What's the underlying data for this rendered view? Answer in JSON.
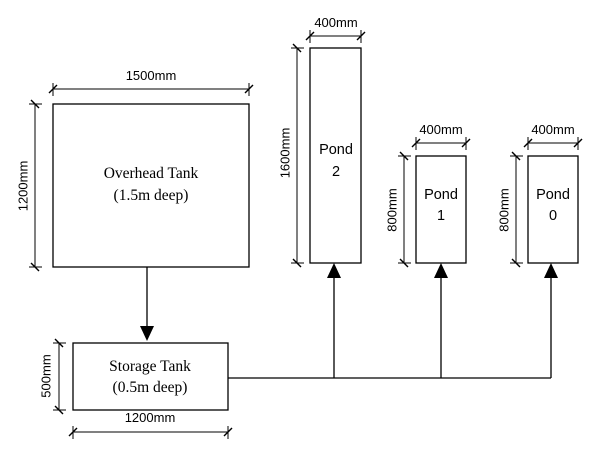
{
  "overhead_tank": {
    "name": "Overhead Tank",
    "depth": "(1.5m deep)",
    "width_label": "1500mm",
    "height_label": "1200mm"
  },
  "storage_tank": {
    "name": "Storage Tank",
    "depth": "(0.5m deep)",
    "width_label": "1200mm",
    "height_label": "500mm"
  },
  "ponds": [
    {
      "name": "Pond",
      "number": "2",
      "width_label": "400mm",
      "height_label": "1600mm"
    },
    {
      "name": "Pond",
      "number": "1",
      "width_label": "400mm",
      "height_label": "800mm"
    },
    {
      "name": "Pond",
      "number": "0",
      "width_label": "400mm",
      "height_label": "800mm"
    }
  ]
}
